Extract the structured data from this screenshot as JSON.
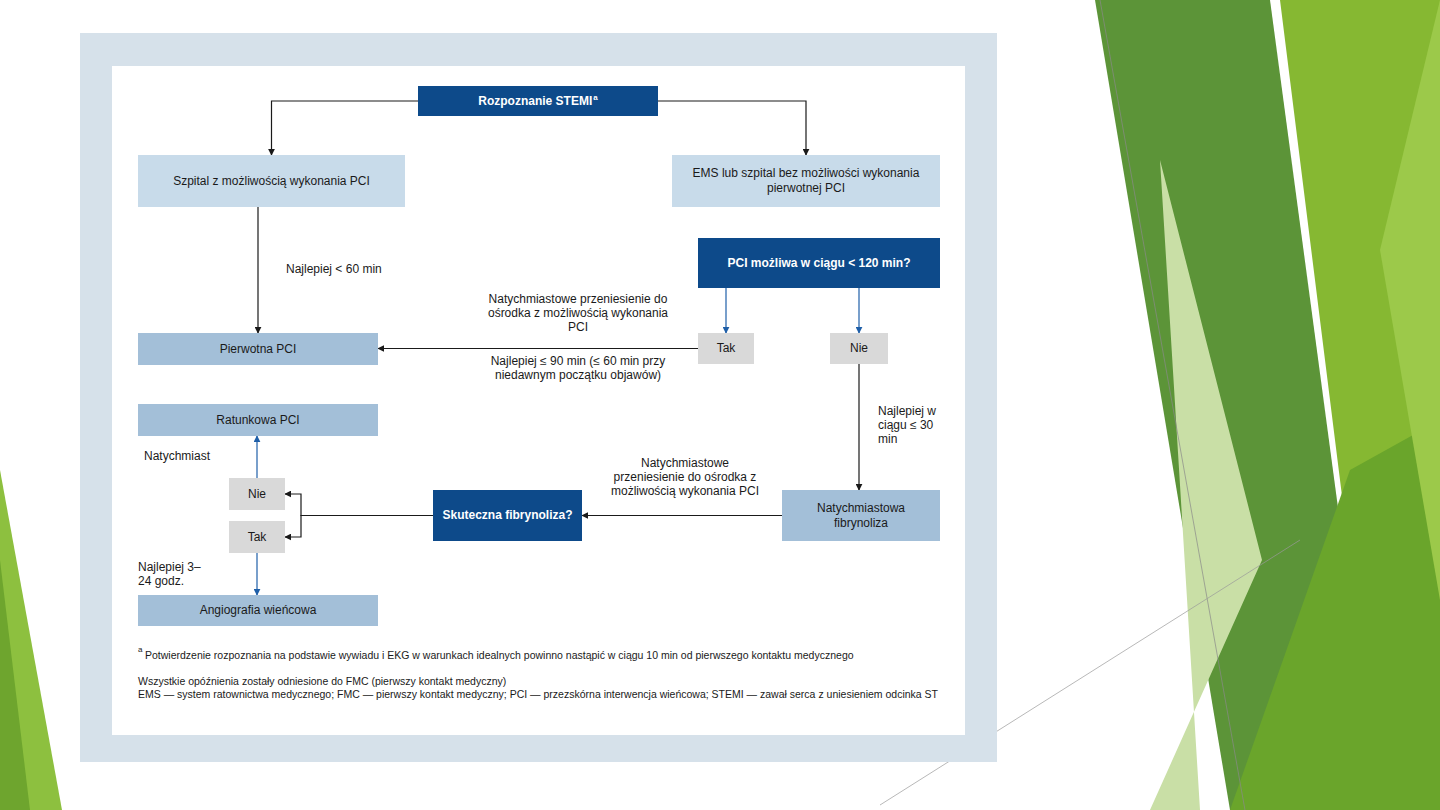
{
  "diagram": {
    "nodes": [
      {
        "text": [
          "Rozpoznanie STEMI",
          "a"
        ]
      },
      {
        "text": [
          "Szpital z możliwością wykonania PCI"
        ]
      },
      {
        "text": [
          "EMS lub szpital bez możliwości wykonania pierwotnej PCI"
        ]
      },
      {
        "text": [
          "PCI możliwa w ciągu < 120 min?"
        ]
      },
      {
        "text": [
          "Tak"
        ]
      },
      {
        "text": [
          "Nie"
        ]
      },
      {
        "text": [
          "Pierwotna PCI"
        ]
      },
      {
        "text": [
          "Ratunkowa PCI"
        ]
      },
      {
        "text": [
          "Nie"
        ]
      },
      {
        "text": [
          "Tak"
        ]
      },
      {
        "text": [
          "Skuteczna fibrynoliza?"
        ]
      },
      {
        "text": [
          "Natychmiastowa fibrynoliza"
        ]
      },
      {
        "text": [
          "Angiografia wieńcowa"
        ]
      }
    ],
    "edges": [
      {
        "from": 0,
        "to": 1,
        "arrow": "to"
      },
      {
        "from": 0,
        "to": 2,
        "arrow": "to"
      },
      {
        "from": 1,
        "to": 6,
        "label": "Najlepiej < 60 min",
        "arrow": "to"
      },
      {
        "from": 3,
        "to": 4,
        "arrow": "to"
      },
      {
        "from": 3,
        "to": 5,
        "arrow": "to"
      },
      {
        "from": 4,
        "to": 6,
        "label": "Natychmiastowe przeniesienie do ośrodka z możliwością wykonania PCI",
        "arrow": "to"
      },
      {
        "from": 5,
        "to": 11,
        "label": "Najlepiej w ciągu ≤ 30 min",
        "arrow": "to"
      },
      {
        "from": 11,
        "to": 10,
        "label": "Natychmiastowe przeniesienie do ośrodka z możliwością wykonania PCI",
        "arrow": "to"
      },
      {
        "from": 10,
        "to": 8,
        "arrow": "to"
      },
      {
        "from": 10,
        "to": 9,
        "arrow": "to"
      },
      {
        "from": 8,
        "to": 7,
        "label": "Natychmiast",
        "arrow": "to"
      },
      {
        "from": 9,
        "to": 12,
        "label": "Najlepiej 3–24 godz.",
        "arrow": "to"
      }
    ],
    "labels": [
      "Najlepiej ≤ 90 min (≤ 60 min przy niedawnym początku objawów)",
      "a",
      "Potwierdzenie rozpoznania na podstawie wywiadu i EKG w warunkach idealnych powinno nastąpić w ciągu 10 min od pierwszego kontaktu medycznego",
      "Wszystkie opóźnienia zostały odniesione do FMC (pierwszy kontakt medyczny)",
      "EMS — system ratownictwa medycznego; FMC — pierwszy kontakt medyczny; PCI — przezskórna interwencja wieńcowa; STEMI — zawał serca z uniesieniem odcinka ST"
    ]
  }
}
